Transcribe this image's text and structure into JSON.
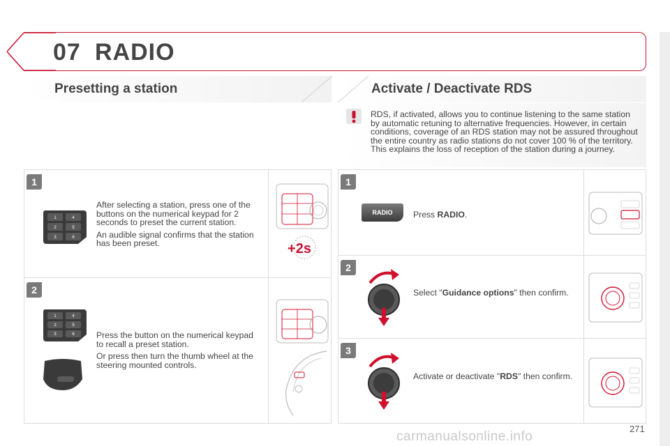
{
  "header": {
    "chapter_number": "07",
    "chapter_title": "RADIO"
  },
  "left_section": {
    "title": "Presetting a station",
    "step1": {
      "badge": "1",
      "paragraphs": [
        "After selecting a station, press one of the buttons on the numerical keypad for 2 seconds to preset the current station.",
        "An audible signal confirms that the station has been preset."
      ],
      "hold_badge": "+2s",
      "keypad_keys": [
        "1",
        "4",
        "2",
        "5",
        "3",
        "6"
      ]
    },
    "step2": {
      "badge": "2",
      "paragraphs": [
        "Press the button on the numerical keypad to recall a preset station.",
        "Or press then turn the thumb wheel at the steering mounted controls."
      ],
      "keypad_keys": [
        "1",
        "4",
        "2",
        "5",
        "3",
        "6"
      ]
    }
  },
  "right_section": {
    "title": "Activate / Deactivate RDS",
    "note": "RDS, if activated, allows you to continue listening to the same station by automatic retuning to alternative frequencies. However, in certain conditions, coverage of an RDS station may not be assured throughout the entire country as radio stations do not cover 100 % of the territory. This explains the loss of reception of the station during a journey.",
    "step1": {
      "badge": "1",
      "text_before": "Press ",
      "bold": "RADIO",
      "text_after": ".",
      "button_label": "RADIO"
    },
    "step2": {
      "badge": "2",
      "text_before": "Select \"",
      "bold": "Guidance options",
      "text_after": "\" then confirm."
    },
    "step3": {
      "badge": "3",
      "text_before": "Activate or deactivate \"",
      "bold": "RDS",
      "text_after": "\" then confirm."
    }
  },
  "footer": {
    "page_number": "271",
    "watermark": "carmanualsonline.info"
  },
  "colors": {
    "accent": "#c8102e",
    "text": "#444444",
    "border": "#dcdcdc",
    "knob_arrow": "#d0102c"
  }
}
